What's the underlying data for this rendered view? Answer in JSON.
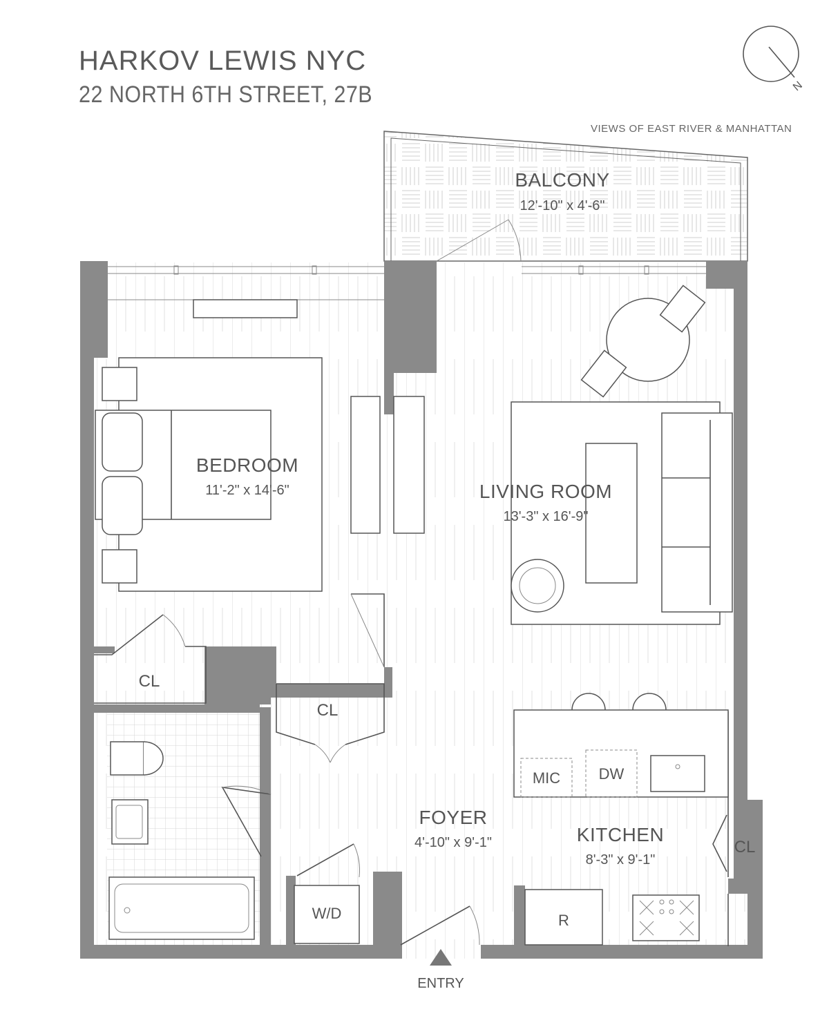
{
  "header": {
    "title": "HARKOV LEWIS  NYC",
    "address": "22 NORTH 6TH STREET, 27B",
    "views_note": "VIEWS OF EAST RIVER & MANHATTAN"
  },
  "compass": {
    "label": "N"
  },
  "rooms": {
    "balcony": {
      "name": "BALCONY",
      "dims": "12'-10\" x 4'-6\""
    },
    "bedroom": {
      "name": "BEDROOM",
      "dims": "11'-2\" x 14'-6\""
    },
    "living_room": {
      "name": "LIVING ROOM",
      "dims": "13'-3\" x 16'-9\""
    },
    "foyer": {
      "name": "FOYER",
      "dims": "4'-10\" x 9'-1\""
    },
    "kitchen": {
      "name": "KITCHEN",
      "dims": "8'-3\" x 9'-1\""
    }
  },
  "labels": {
    "closet_bedroom": "CL",
    "closet_hall": "CL",
    "closet_kitchen": "CL",
    "microwave": "MIC",
    "dishwasher": "DW",
    "washer_dryer": "W/D",
    "refrigerator": "R",
    "entry": "ENTRY"
  }
}
